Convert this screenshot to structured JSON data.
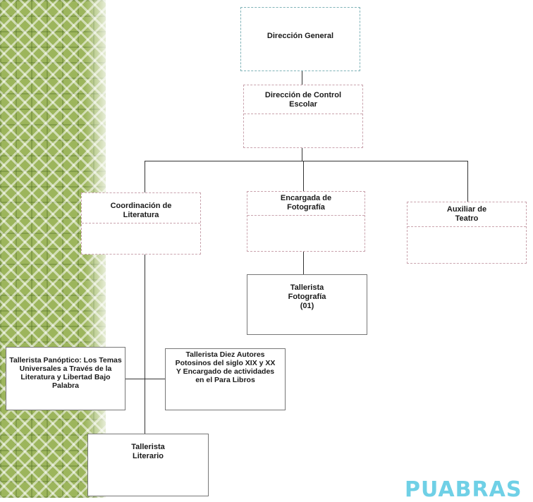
{
  "org_chart": {
    "nodes": {
      "direccion_general": "Dirección General",
      "direccion_control": "Dirección de Control Escolar",
      "coordinacion_literatura": "Coordinación de Literatura",
      "encargada_fotografia": "Encargada de Fotografía",
      "auxiliar_teatro": "Auxiliar de Teatro",
      "tallerista_fotografia": "Tallerista Fotografía (01)",
      "tallerista_panoptico": "Tallerista Panóptico: Los Temas Universales a Través de la Literatura y Libertad Bajo Palabra",
      "tallerista_autores": "Tallerista Diez Autores Potosinos del siglo XIX y XX Y Encargado de actividades en el Para Libros",
      "tallerista_literario": "Tallerista Literario"
    }
  },
  "footer": {
    "logo_text": "PUABRAS"
  },
  "colors": {
    "pattern_green": "#9cb55c",
    "box_border_pink": "#c9a3ad",
    "box_border_teal": "#7fb3b8",
    "logo_blue": "#6fd0e6"
  }
}
